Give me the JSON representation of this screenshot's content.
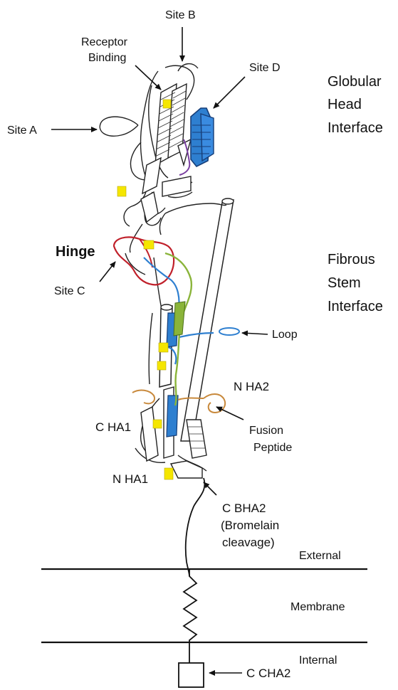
{
  "labels": {
    "site_b": "Site B",
    "receptor_line1": "Receptor",
    "receptor_line2": "Binding",
    "site_d": "Site D",
    "site_a": "Site A",
    "globular_line1": "Globular",
    "globular_line2": "Head",
    "globular_line3": "Interface",
    "hinge": "Hinge",
    "site_c": "Site C",
    "fibrous_line1": "Fibrous",
    "fibrous_line2": "Stem",
    "fibrous_line3": "Interface",
    "loop": "Loop",
    "n_ha2": "N HA2",
    "c_ha1": "C HA1",
    "fusion_line1": "Fusion",
    "fusion_line2": "Peptide",
    "n_ha1": "N HA1",
    "c_bha2_line1": "C BHA2",
    "c_bha2_line2": "(Bromelain",
    "c_bha2_line3": "cleavage)",
    "external": "External",
    "membrane": "Membrane",
    "internal": "Internal",
    "c_cha2": "C CHA2"
  },
  "colors": {
    "hinge_loop": "#c0202a",
    "blue_strand": "#2e7fd0",
    "green_strand": "#8ab43a",
    "orange_peptide": "#c8893c",
    "highlight": "#f5e600",
    "purple": "#7a3fa0",
    "outline": "#222222"
  }
}
